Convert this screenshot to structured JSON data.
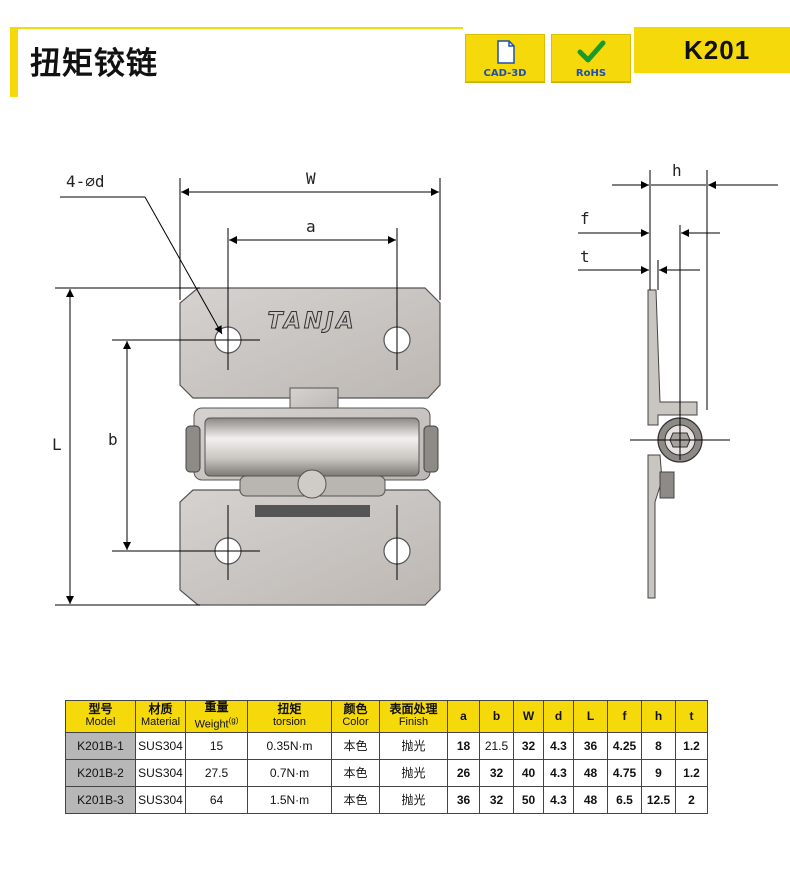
{
  "header": {
    "title": "扭矩铰链",
    "code": "K201",
    "badges": [
      {
        "label": "CAD-3D",
        "icon": "document-icon"
      },
      {
        "label": "RoHS",
        "icon": "checkmark-icon"
      }
    ]
  },
  "drawing": {
    "brand": "TANJA",
    "labels": {
      "hole": "4-∅d",
      "W": "W",
      "a": "a",
      "L": "L",
      "b": "b",
      "h": "h",
      "f": "f",
      "t": "t"
    }
  },
  "table": {
    "headers": [
      {
        "cn": "型号",
        "en": "Model"
      },
      {
        "cn": "材质",
        "en": "Material"
      },
      {
        "cn": "重量",
        "en": "Weight",
        "sup": "(g)"
      },
      {
        "cn": "扭矩",
        "en": "torsion"
      },
      {
        "cn": "颜色",
        "en": "Color"
      },
      {
        "cn": "表面处理",
        "en": "Finish"
      },
      {
        "cn": "a",
        "en": ""
      },
      {
        "cn": "b",
        "en": ""
      },
      {
        "cn": "W",
        "en": ""
      },
      {
        "cn": "d",
        "en": ""
      },
      {
        "cn": "L",
        "en": ""
      },
      {
        "cn": "f",
        "en": ""
      },
      {
        "cn": "h",
        "en": ""
      },
      {
        "cn": "t",
        "en": ""
      }
    ],
    "rows": [
      [
        "K201B-1",
        "SUS304",
        "15",
        "0.35N·m",
        "本色",
        "抛光",
        "18",
        "21.5",
        "32",
        "4.3",
        "36",
        "4.25",
        "8",
        "1.2"
      ],
      [
        "K201B-2",
        "SUS304",
        "27.5",
        "0.7N·m",
        "本色",
        "抛光",
        "26",
        "32",
        "40",
        "4.3",
        "48",
        "4.75",
        "9",
        "1.2"
      ],
      [
        "K201B-3",
        "SUS304",
        "64",
        "1.5N·m",
        "本色",
        "抛光",
        "36",
        "32",
        "50",
        "4.3",
        "48",
        "6.5",
        "12.5",
        "2"
      ]
    ]
  }
}
